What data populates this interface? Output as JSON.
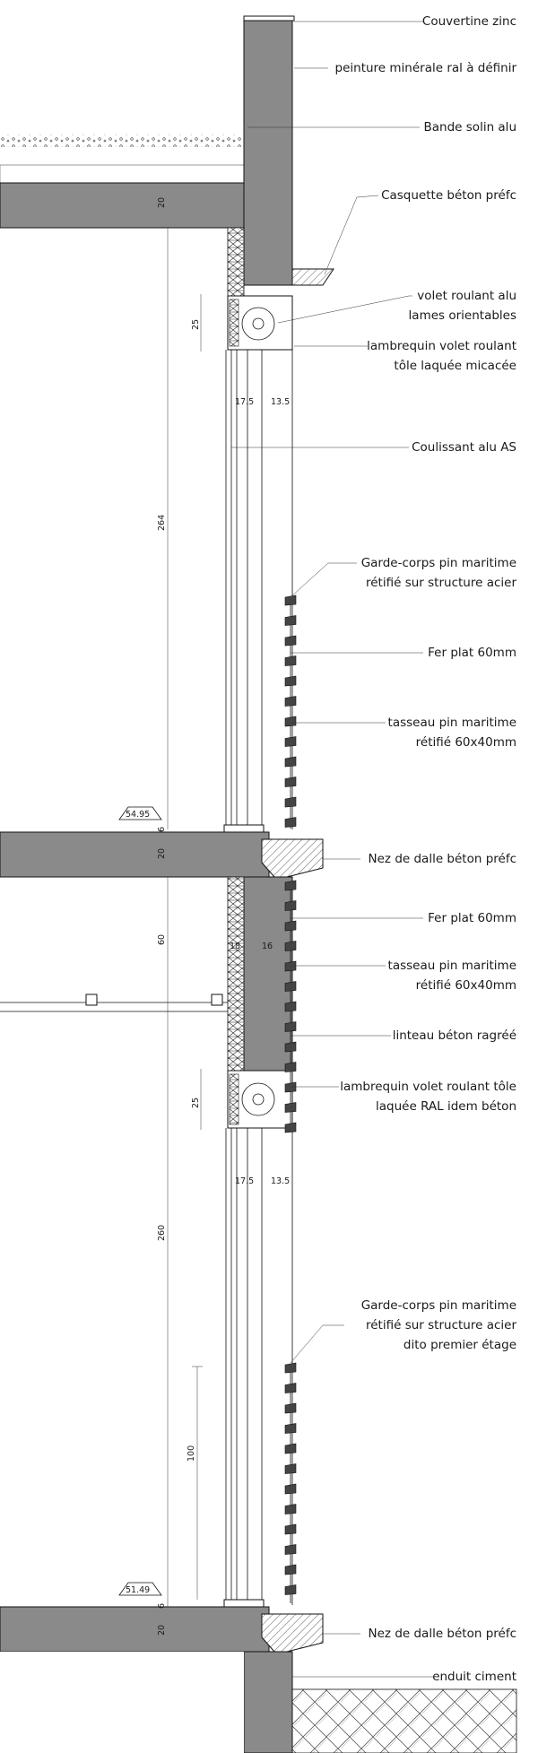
{
  "labels": {
    "couvertine": "Couvertine zinc",
    "peinture": "peinture minérale ral à définir",
    "bande_solin": "Bande solin alu",
    "casquette_1": "Casquette béton préfc",
    "volet_l1": "volet roulant alu",
    "volet_l2": "lames orientables",
    "lambrequin1_l1": "lambrequin volet roulant",
    "lambrequin1_l2": "tôle laquée micacée",
    "coulissant": "Coulissant alu AS",
    "garde1_l1": "Garde-corps pin maritime",
    "garde1_l2": "rétifié sur structure acier",
    "fer_plat_1": "Fer plat 60mm",
    "tasseau1_l1": "tasseau pin maritime",
    "tasseau1_l2": "rétifié 60x40mm",
    "nez_dalle_1": "Nez de dalle béton préfc",
    "fer_plat_2": "Fer plat 60mm",
    "tasseau2_l1": "tasseau pin maritime",
    "tasseau2_l2": "rétifié 60x40mm",
    "linteau": "linteau béton ragréé",
    "lambrequin2_l1": "lambrequin volet roulant tôle",
    "lambrequin2_l2": "laquée RAL idem béton",
    "garde2_l1": "Garde-corps pin maritime",
    "garde2_l2": "rétifié sur structure acier",
    "garde2_l3": "dito premier étage",
    "nez_dalle_2": "Nez de dalle béton préfc",
    "enduit": "enduit ciment"
  },
  "dimensions": {
    "slab_top": "20",
    "lintel_top": "25",
    "frame_left_top": "17.5",
    "frame_right_top": "13.5",
    "height_upper": "264",
    "level_upper": "54.95",
    "sill_upper": "6",
    "slab_mid": "20",
    "lintel_height": "60",
    "lintel_left": "18",
    "lintel_right": "16",
    "lintel_mid": "25",
    "frame_left_mid": "17.5",
    "frame_right_mid": "13.5",
    "height_lower": "260",
    "guard_height": "100",
    "level_lower": "51.49",
    "sill_lower": "6",
    "slab_bottom": "20"
  },
  "colors": {
    "concrete": "#8a8a8a",
    "line": "#111111"
  }
}
